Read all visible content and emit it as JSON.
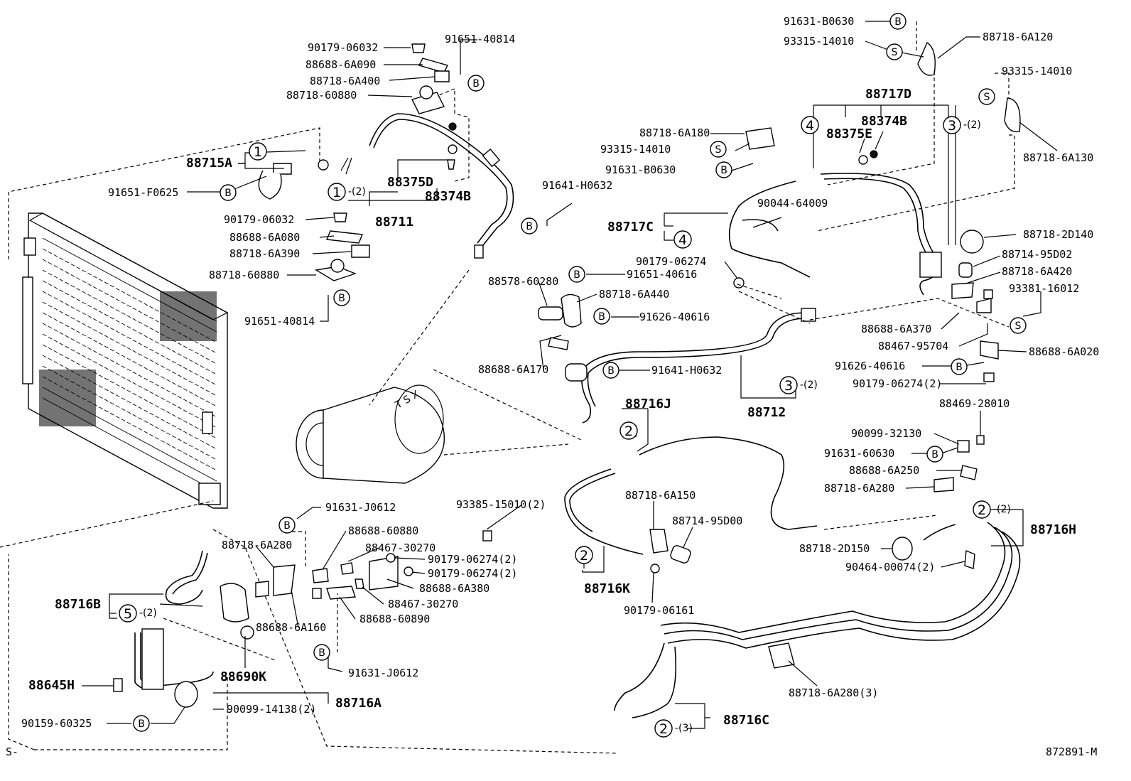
{
  "labels": {
    "l01": "90179-06032",
    "l02": "91651-40814",
    "l03": "88688-6A090",
    "l04": "88718-6A400",
    "l05": "88718-60880",
    "l06": "88715A",
    "l07": "91651-F0625",
    "l08": "88375D",
    "l09": "88374B",
    "l10": "88711",
    "l11": "90179-06032",
    "l12": "88688-6A080",
    "l13": "88718-6A390",
    "l14": "88718-60880",
    "l15": "91651-40814",
    "l16": "91641-H0632",
    "l17": "88578-60280",
    "l18": "91651-40616",
    "l19": "88718-6A440",
    "l20": "91626-40616",
    "l21": "88688-6A170",
    "l22": "91641-H0632",
    "l23": "88712",
    "l24": "91631-B0630",
    "l25": "93315-14010",
    "l26": "88718-6A120",
    "l27": "88717D",
    "l28": "88374B",
    "l29": "88375E",
    "l30": "93315-14010",
    "l31": "88718-6A130",
    "l32": "88718-6A180",
    "l33": "93315-14010",
    "l34": "91631-B0630",
    "l35": "90044-64009",
    "l36": "88717C",
    "l37": "90179-06274",
    "l38": "88718-2D140",
    "l39": "88714-95D02",
    "l40": "88718-6A420",
    "l41": "93381-16012",
    "l42": "88688-6A370",
    "l43": "88467-95704",
    "l44": "88688-6A020",
    "l45": "91626-40616",
    "l46": "90179-06274(2)",
    "l47": "88469-28010",
    "l48": "90099-32130",
    "l49": "91631-60630",
    "l50": "88688-6A250",
    "l51": "88718-6A280",
    "l52": "88716H",
    "l53": "88718-2D150",
    "l54": "90464-00074(2)",
    "l55": "88716J",
    "l56": "88718-6A150",
    "l57": "88714-95D00",
    "l58": "88716K",
    "l59": "90179-06161",
    "l60": "88718-6A280(3)",
    "l61": "88716C",
    "l62": "93385-15010(2)",
    "l63": "91631-J0612",
    "l64": "88688-60880",
    "l65": "88467-30270",
    "l66": "88718-6A280",
    "l67": "90179-06274(2)",
    "l68": "90179-06274(2)",
    "l69": "88688-6A380",
    "l70": "88467-30270",
    "l71": "88688-6A160",
    "l72": "88688-60890",
    "l73": "88716B",
    "l74": "88690K",
    "l75": "88645H",
    "l76": "90099-14138(2)",
    "l77": "88716A",
    "l78": "90159-60325",
    "l79": "91631-J0612",
    "corner_left": "S-",
    "corner_right": "872891-M"
  },
  "markers": {
    "B": "B",
    "S": "S",
    "n1": "1",
    "n2": "2",
    "n3": "3",
    "n4": "4",
    "n5": "5",
    "q2": "-(2)",
    "q3": "-(3)"
  }
}
